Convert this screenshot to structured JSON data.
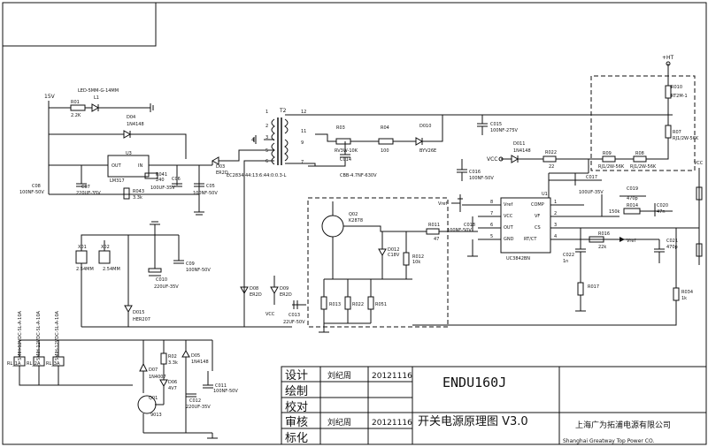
{
  "title_block": {
    "row_labels": [
      "设计",
      "绘制",
      "校对",
      "审核",
      "标化"
    ],
    "designer": "刘纪周",
    "design_date": "20121116",
    "reviewer": "刘纪周",
    "review_date": "20121116",
    "model": "ENDU160J",
    "drawing_name": "开关电源原理图 V3.0",
    "company_cn": "上海广为拓浦电源有限公司",
    "company_en": "Shanghai Greatway Top Power CO."
  },
  "components": {
    "v15": "15V",
    "led_label": "LED-5MM-G-14MM",
    "l1": "L1",
    "r01": "R01",
    "r01_val": "2.2K",
    "d04": "D04",
    "d04_type": "1N4148",
    "u3": "U3",
    "u3_out": "OUT",
    "u3_in": "IN",
    "u3_type": "LM317",
    "r041": "R041",
    "r041_val": "240",
    "r043": "R043",
    "r043_val": "3.3k",
    "c06": "C06",
    "c06_val": "100UF-35V",
    "c07": "C07",
    "c07_val": "220UF-35V",
    "c08": "C08",
    "c08_val": "100NF-50V",
    "c05": "C05",
    "c05_val": "100NF-50V",
    "d03": "D03",
    "d03_type": "ER2D",
    "t2": "T2",
    "t2_pin1": "1",
    "t2_pin2": "2",
    "t2_pin3": "3",
    "t2_pin4": "4",
    "t2_pin5": "5",
    "t2_pin6": "6",
    "t2_pin7": "7",
    "t2_pin9": "9",
    "t2_pin11": "11",
    "t2_pin12": "12",
    "t2_type": "EC2834.44:13:6:44:0:0.3-L",
    "r03": "R03",
    "r03_val": "RV3W-10K",
    "r04": "R04",
    "r04_val": "100",
    "d010": "D010",
    "d010_type": "BYV26E",
    "c014": "C014",
    "c014_val": "CBB-4.7NF-630V",
    "c015": "C015",
    "c015_val": "100NF-275V",
    "d011": "D011",
    "d011_type": "1N4148",
    "vcc1": "VCC",
    "r022": "R022",
    "r022_val": "22",
    "r09": "R09",
    "r09_val": "RJ1/2W-56K",
    "r08": "R08",
    "r08_val": "RJ1/2W-56K",
    "r07": "R07",
    "r07_val": "RJ1/2W-56K",
    "r010": "R010",
    "r010_val": "RT2M-1",
    "ht": "+HT",
    "c016": "C016",
    "c016_val": "100NF-50V",
    "c017": "C017",
    "c017_val": "100UF-35V",
    "c018": "C018",
    "c018_val": "100NF-50V",
    "vref_tag": "Vref",
    "q02": "Q02",
    "q02_type": "K2878",
    "r011": "R011",
    "r011_val": "47",
    "d012": "D012",
    "d012_type": "C18V",
    "r012": "R012",
    "r012_val": "10k",
    "r013": "R013",
    "r022b": "R022",
    "r051": "R051",
    "u1": "U1",
    "u1_vref": "Vref",
    "u1_comp": "COMP",
    "u1_vcc": "VCC",
    "u1_vf": "VF",
    "u1_out": "OUT",
    "u1_cs": "CS",
    "u1_gnd": "GND",
    "u1_rtct": "RT/CT",
    "u1_type": "UC3842BN",
    "u1_p1": "1",
    "u1_p2": "2",
    "u1_p3": "3",
    "u1_p4": "4",
    "u1_p5": "5",
    "u1_p6": "6",
    "u1_p7": "7",
    "u1_p8": "8",
    "c019": "C019",
    "c019_val": "470p",
    "r014": "R014",
    "r014_val": "150k",
    "c020": "C020",
    "c020_val": "47n",
    "r016": "R016",
    "r016_val": "22k",
    "vref2": "Vref",
    "c021": "C021",
    "c021_val": "470p",
    "c022": "C022",
    "c022_val": "1n",
    "r017": "R017",
    "r034": "R034",
    "r034_val": "1k",
    "vcc_right": "VCC",
    "x01": "X01",
    "x01_val": "2.54MM",
    "x02": "X02",
    "x02_val": "2.54MM",
    "c09": "C09",
    "c09_val": "100NF-50V",
    "c010": "C010",
    "c010_val": "220UF-35V",
    "d015": "D015",
    "d015_type": "HER207",
    "d08": "D08",
    "d08_type": "ER2D",
    "d09": "D09",
    "d09_type": "ER2D",
    "vcc2": "VCC",
    "c013": "C013",
    "c013_val": "22UF-50V",
    "relays": [
      "SMIH-12VDC-SL-A-10A",
      "SMIH-12VDC-SL-A-10A",
      "SMIH-12VDC-SL-A-10A"
    ],
    "rl_tags": [
      "RL_1A",
      "RL_2A",
      "RL_3A"
    ],
    "d07": "D07",
    "d07_type": "1N4007",
    "r02": "R02",
    "r02_val": "3.3k",
    "d05": "D05",
    "d05_type": "1N4148",
    "d06": "D06",
    "d06_val": "4V7",
    "c011": "C011",
    "c011_val": "100NF-50V",
    "c012": "C012",
    "c012_val": "220UF-35V",
    "q01": "Q01",
    "q01_type": "9013"
  }
}
